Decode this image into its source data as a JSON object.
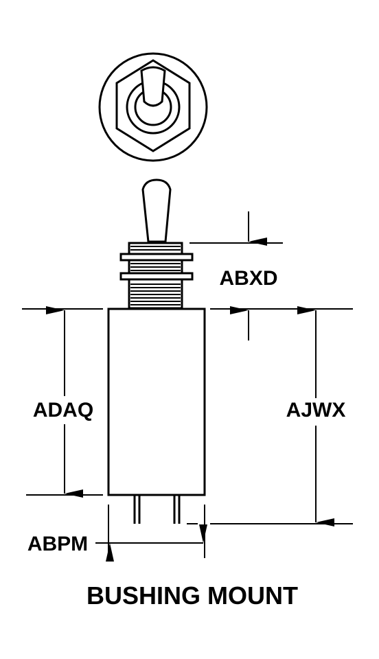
{
  "diagram": {
    "title": "BUSHING MOUNT",
    "dimensions": {
      "abxd": "ABXD",
      "adaq": "ADAQ",
      "ajwx": "AJWX",
      "abpm": "ABPM"
    }
  }
}
